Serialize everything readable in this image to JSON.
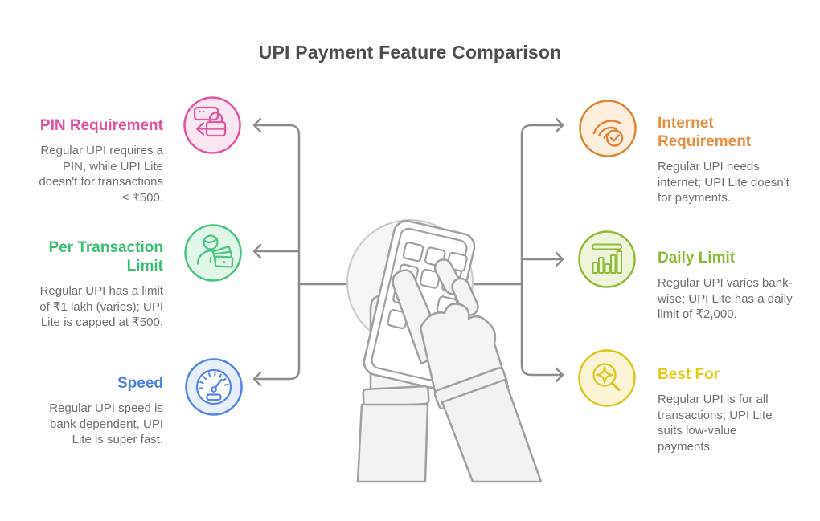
{
  "title": "UPI Payment Feature Comparison",
  "title_color": "#4d4d4d",
  "body_text_color": "#6f6f6f",
  "connector_color": "#8d8d8d",
  "background": "#ffffff",
  "center_illustration": {
    "name": "hands-tapping-phone-keypad"
  },
  "left_items": [
    {
      "heading": "PIN Requirement",
      "body": "Regular UPI requires a\nPIN, while UPI Lite\ndoesn't for transactions\n≤ ₹500.",
      "color": "#e0509c",
      "icon": "pin-lock-icon",
      "icon_stroke": "#e2569e",
      "icon_fill": "#fbe7f2"
    },
    {
      "heading": "Per Transaction\nLimit",
      "body": "Regular UPI has a limit\nof ₹1 lakh (varies); UPI\nLite is capped at ₹500.",
      "color": "#3bbd72",
      "icon": "person-money-icon",
      "icon_stroke": "#49c581",
      "icon_fill": "#e0f7e9"
    },
    {
      "heading": "Speed",
      "body": "Regular UPI speed is\nbank dependent, UPI\nLite is super fast.",
      "color": "#4b80e4",
      "icon": "speedometer-icon",
      "icon_stroke": "#5585e4",
      "icon_fill": "#e8eefb"
    }
  ],
  "right_items": [
    {
      "heading": "Internet\nRequirement",
      "body": "Regular UPI needs\ninternet; UPI Lite doesn't\nfor payments.",
      "color": "#e79040",
      "icon": "wifi-check-icon",
      "icon_stroke": "#dd8533",
      "icon_fill": "#fdeede"
    },
    {
      "heading": "Daily Limit",
      "body": "Regular UPI varies bank-\nwise; UPI Lite has a daily\nlimit of ₹2,000.",
      "color": "#8cba2f",
      "icon": "bar-chart-limit-icon",
      "icon_stroke": "#8eba35",
      "icon_fill": "#eff5da"
    },
    {
      "heading": "Best For",
      "body": "Regular UPI is for all\ntransactions; UPI Lite\nsuits low-value\npayments.",
      "color": "#e3ca17",
      "icon": "magnifier-star-icon",
      "icon_stroke": "#ddc51e",
      "icon_fill": "#faf3d4"
    }
  ]
}
